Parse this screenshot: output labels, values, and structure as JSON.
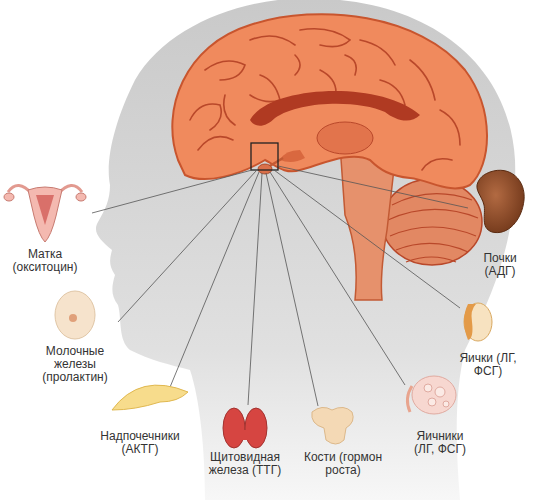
{
  "diagram": {
    "labels": [
      "Матка (окситоцин)",
      "Молочные железы (пролактин)",
      "Надпочечники (АКТГ)",
      "Щитовидная железа (ТТГ)",
      "Кости (гормон роста)",
      "Яичники (ЛГ, ФСГ)",
      "Яички (ЛГ, ФСГ)",
      "Почки (АДГ)"
    ]
  }
}
